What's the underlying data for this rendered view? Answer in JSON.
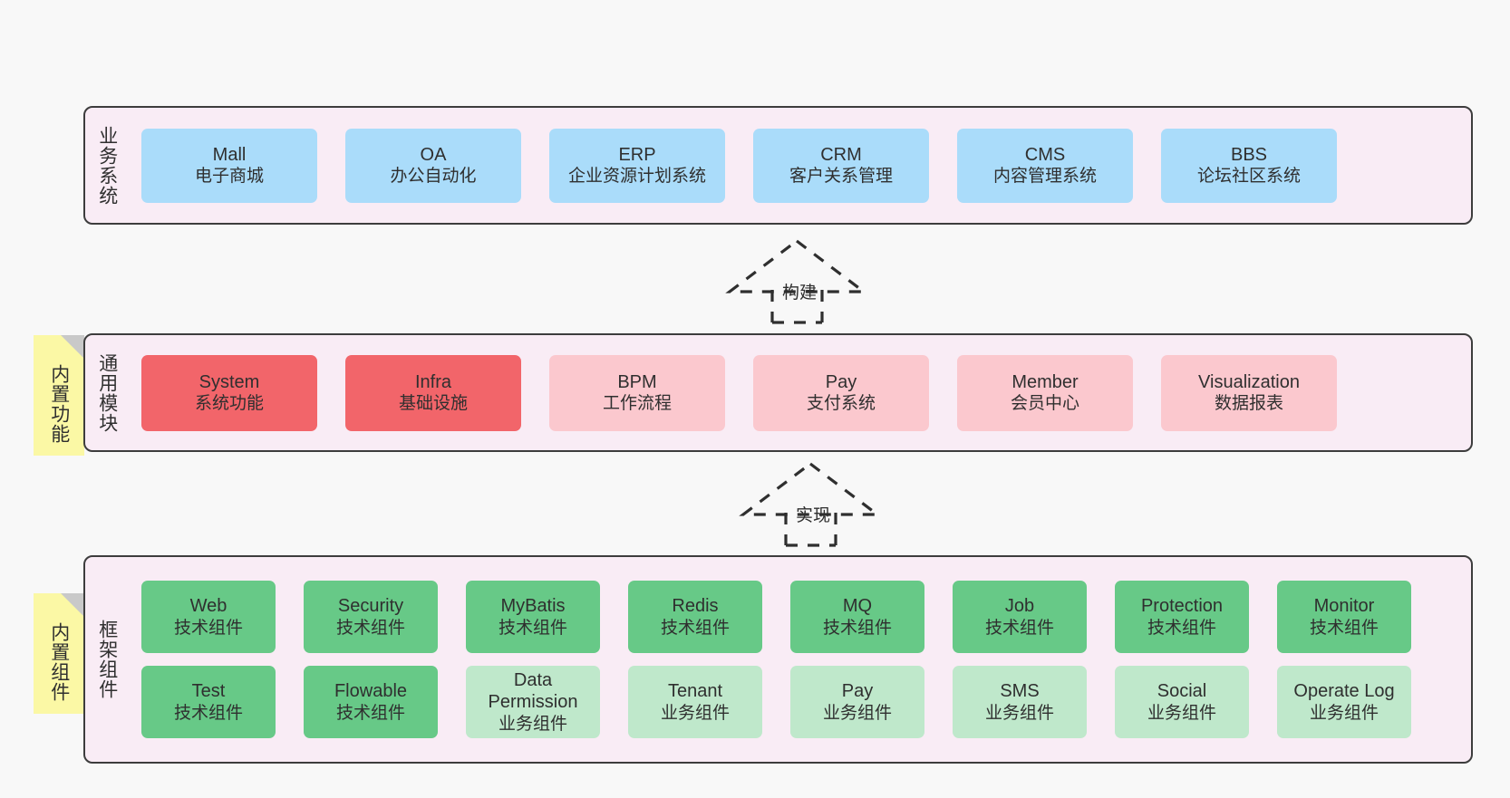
{
  "diagram": {
    "title": "",
    "background_color": "#f8f8f8",
    "panel_color": "#f9ecf5",
    "note_color": "#fbf8a5",
    "border_color": "#3d3d3d"
  },
  "layers": [
    {
      "id": "business",
      "title": "业务系统",
      "note": null,
      "rows": [
        {
          "nodes": [
            {
              "name": "Mall",
              "sub": "电子商城",
              "color": "#aadcfa",
              "variant": "c-blue"
            },
            {
              "name": "OA",
              "sub": "办公自动化",
              "color": "#aadcfa",
              "variant": "c-blue"
            },
            {
              "name": "ERP",
              "sub": "企业资源计划系统",
              "color": "#aadcfa",
              "variant": "c-blue"
            },
            {
              "name": "CRM",
              "sub": "客户关系管理",
              "color": "#aadcfa",
              "variant": "c-blue"
            },
            {
              "name": "CMS",
              "sub": "内容管理系统",
              "color": "#aadcfa",
              "variant": "c-blue"
            },
            {
              "name": "BBS",
              "sub": "论坛社区系统",
              "color": "#aadcfa",
              "variant": "c-blue"
            }
          ]
        }
      ]
    },
    {
      "id": "common",
      "title": "通用模块",
      "note": "内置功能",
      "rows": [
        {
          "nodes": [
            {
              "name": "System",
              "sub": "系统功能",
              "color": "#f2656a",
              "variant": "c-red"
            },
            {
              "name": "Infra",
              "sub": "基础设施",
              "color": "#f2656a",
              "variant": "c-red"
            },
            {
              "name": "BPM",
              "sub": "工作流程",
              "color": "#fbc8ce",
              "variant": "c-pink"
            },
            {
              "name": "Pay",
              "sub": "支付系统",
              "color": "#fbc8ce",
              "variant": "c-pink"
            },
            {
              "name": "Member",
              "sub": "会员中心",
              "color": "#fbc8ce",
              "variant": "c-pink"
            },
            {
              "name": "Visualization",
              "sub": "数据报表",
              "color": "#fbc8ce",
              "variant": "c-pink"
            }
          ]
        }
      ]
    },
    {
      "id": "framework",
      "title": "框架组件",
      "note": "内置组件",
      "rows": [
        {
          "nodes": [
            {
              "name": "Web",
              "sub": "技术组件",
              "color": "#67c987",
              "variant": "c-green"
            },
            {
              "name": "Security",
              "sub": "技术组件",
              "color": "#67c987",
              "variant": "c-green"
            },
            {
              "name": "MyBatis",
              "sub": "技术组件",
              "color": "#67c987",
              "variant": "c-green"
            },
            {
              "name": "Redis",
              "sub": "技术组件",
              "color": "#67c987",
              "variant": "c-green"
            },
            {
              "name": "MQ",
              "sub": "技术组件",
              "color": "#67c987",
              "variant": "c-green"
            },
            {
              "name": "Job",
              "sub": "技术组件",
              "color": "#67c987",
              "variant": "c-green"
            },
            {
              "name": "Protection",
              "sub": "技术组件",
              "color": "#67c987",
              "variant": "c-green"
            },
            {
              "name": "Monitor",
              "sub": "技术组件",
              "color": "#67c987",
              "variant": "c-green"
            }
          ]
        },
        {
          "nodes": [
            {
              "name": "Test",
              "sub": "技术组件",
              "color": "#67c987",
              "variant": "c-green"
            },
            {
              "name": "Flowable",
              "sub": "技术组件",
              "color": "#67c987",
              "variant": "c-green"
            },
            {
              "name": "Data Permission",
              "sub": "业务组件",
              "color": "#bfe8cb",
              "variant": "c-lightgreen"
            },
            {
              "name": "Tenant",
              "sub": "业务组件",
              "color": "#bfe8cb",
              "variant": "c-lightgreen"
            },
            {
              "name": "Pay",
              "sub": "业务组件",
              "color": "#bfe8cb",
              "variant": "c-lightgreen"
            },
            {
              "name": "SMS",
              "sub": "业务组件",
              "color": "#bfe8cb",
              "variant": "c-lightgreen"
            },
            {
              "name": "Social",
              "sub": "业务组件",
              "color": "#bfe8cb",
              "variant": "c-lightgreen"
            },
            {
              "name": "Operate Log",
              "sub": "业务组件",
              "color": "#bfe8cb",
              "variant": "c-lightgreen"
            }
          ]
        }
      ]
    }
  ],
  "connectors": [
    {
      "id": "build",
      "label": "构建",
      "from": "common",
      "to": "business",
      "style": "dashed-generalization"
    },
    {
      "id": "implement",
      "label": "实现",
      "from": "framework",
      "to": "common",
      "style": "dashed-generalization"
    }
  ]
}
